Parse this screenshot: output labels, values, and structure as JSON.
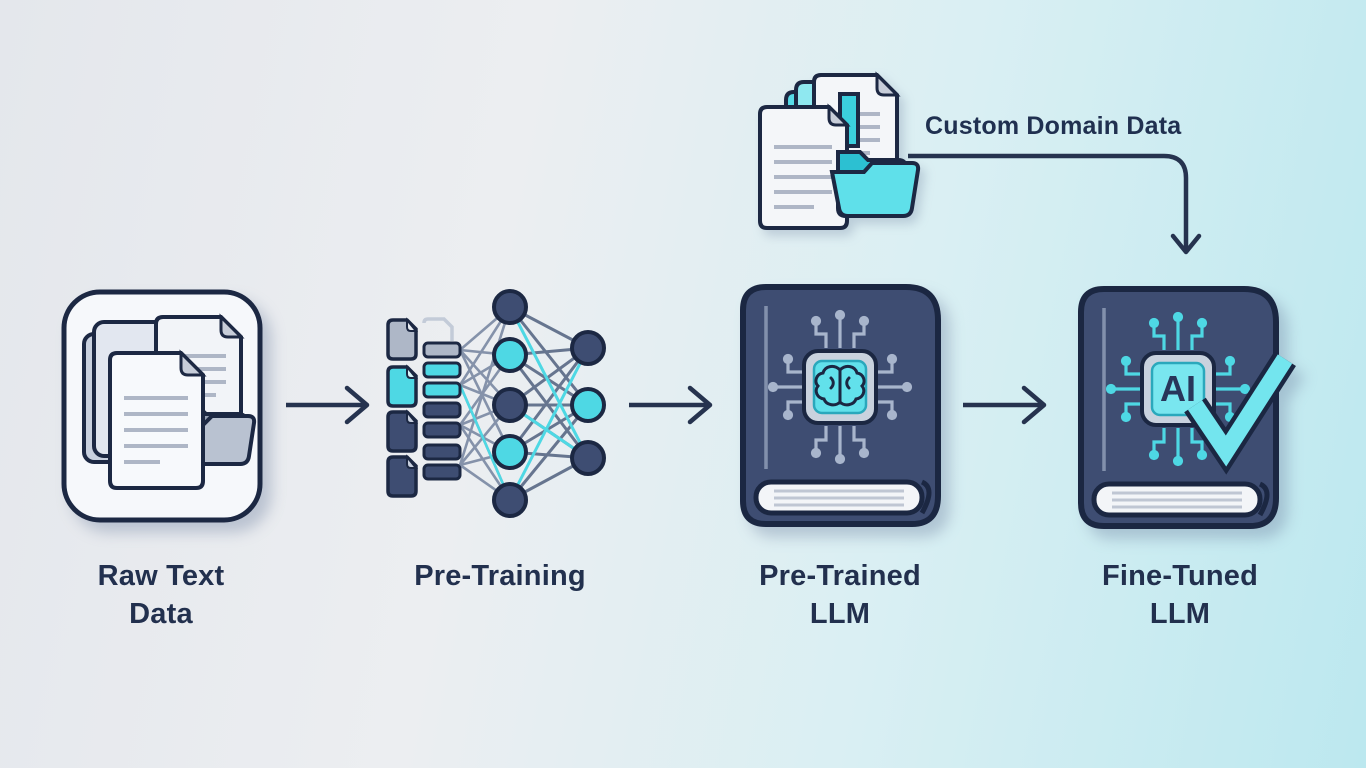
{
  "annotation": {
    "label": "Custom Domain Data"
  },
  "stages": [
    {
      "id": "raw-text-data",
      "label": "Raw Text Data"
    },
    {
      "id": "pre-training",
      "label": "Pre-Training"
    },
    {
      "id": "pre-trained-llm",
      "label": "Pre-Trained LLM"
    },
    {
      "id": "fine-tuned-llm",
      "label": "Fine-Tuned LLM"
    }
  ],
  "chip": {
    "fine_tuned_text": "AI"
  },
  "icons": {
    "stage1": "documents-folder-icon",
    "stage2": "neural-network-icon",
    "stage3": "book-brain-chip-icon",
    "stage4": "book-ai-chip-check-icon",
    "annotation": "documents-cyan-folder-icon",
    "flow": "arrow-right-icon",
    "annotation_arrow": "arrow-curved-down-icon"
  },
  "colors": {
    "navy_dark": "#1C2843",
    "navy_text": "#22304E",
    "book_cover": "#3E4D72",
    "cyan": "#4ED8E4",
    "cyan_light": "#73E5EE",
    "slate_line": "#7A89A3",
    "trace_light": "#A8B5CC",
    "gray_fill": "#AEB7C7",
    "bg_left": "#E4E7EC",
    "bg_right": "#BCE8EF"
  }
}
